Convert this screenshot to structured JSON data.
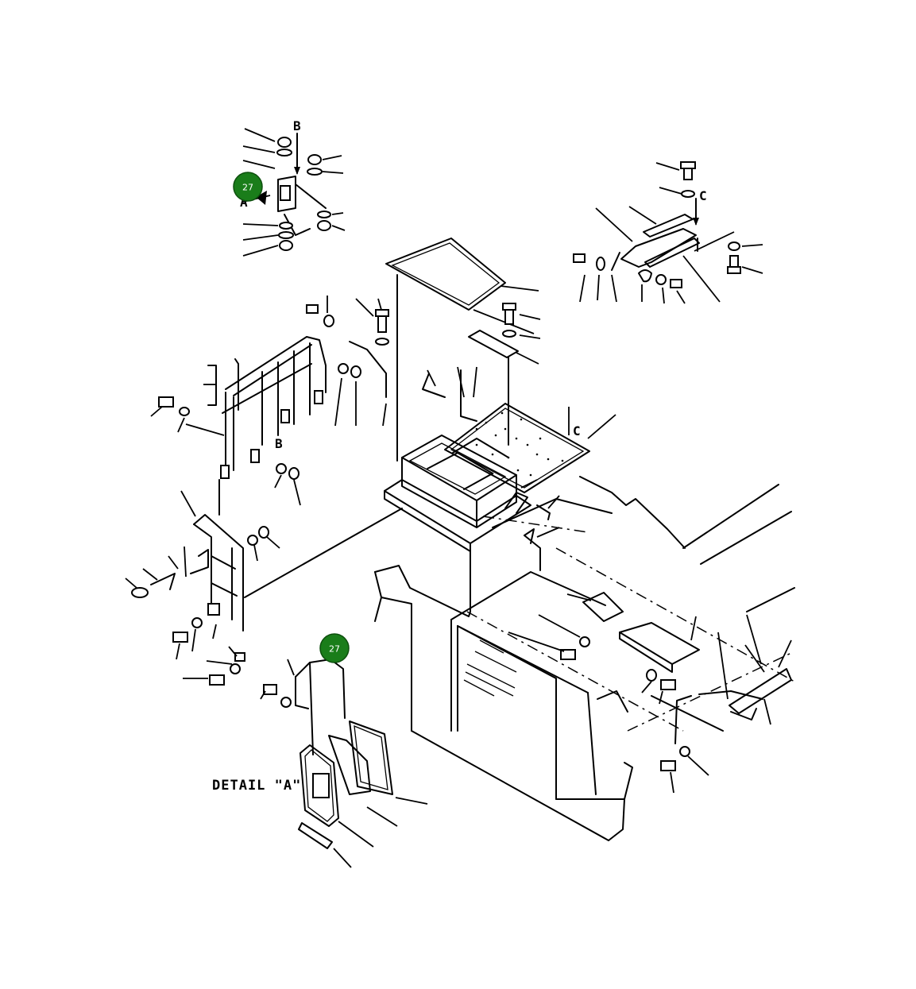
{
  "labels": {
    "ref_b_top": "B",
    "ref_b_mid": "B",
    "ref_c_right": "C",
    "ref_c_panel": "C",
    "ref_a": "A",
    "detail": "DETAIL \"A\""
  },
  "callouts": [
    {
      "id": "27",
      "text": "27"
    },
    {
      "id": "27",
      "text": "27"
    }
  ],
  "colors": {
    "callout_fill": "#1a7d1a",
    "line": "#000000",
    "background": "#ffffff"
  }
}
